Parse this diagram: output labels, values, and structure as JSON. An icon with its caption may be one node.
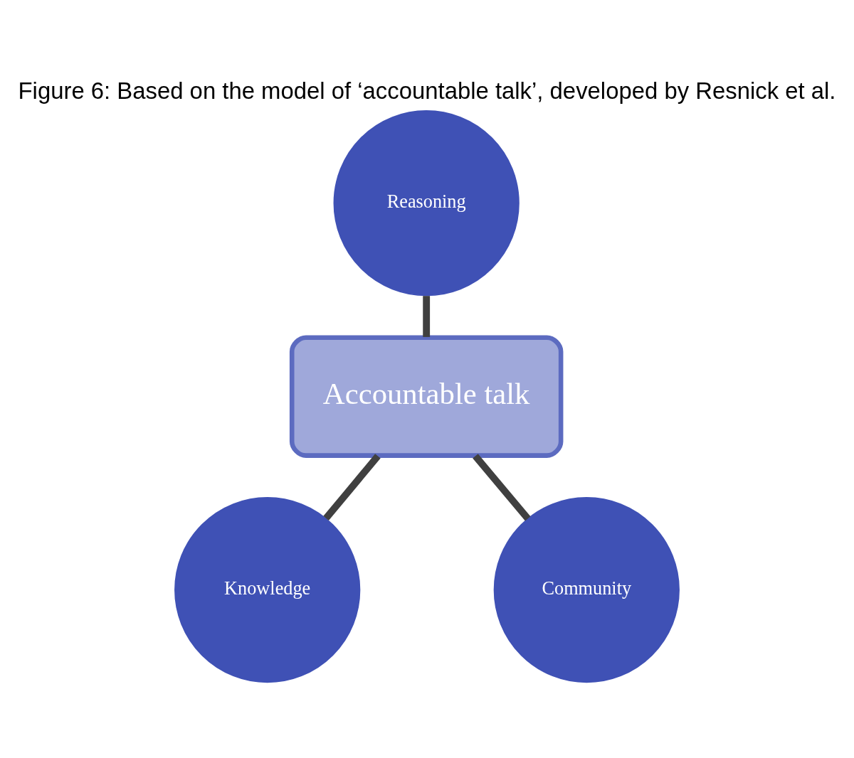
{
  "diagram": {
    "title": "Figure 6: Based on the model of ‘accountable talk’, developed by Resnick et al.",
    "nodes": [
      {
        "text": [
          "Reasoning"
        ]
      },
      {
        "text": [
          "Accountable talk"
        ]
      },
      {
        "text": [
          "Knowledge"
        ]
      },
      {
        "text": [
          "Community"
        ]
      }
    ],
    "edges": [
      {
        "from": 0,
        "to": 1,
        "arrow": "none"
      },
      {
        "from": 1,
        "to": 2,
        "arrow": "none"
      },
      {
        "from": 1,
        "to": 3,
        "arrow": "none"
      }
    ]
  }
}
